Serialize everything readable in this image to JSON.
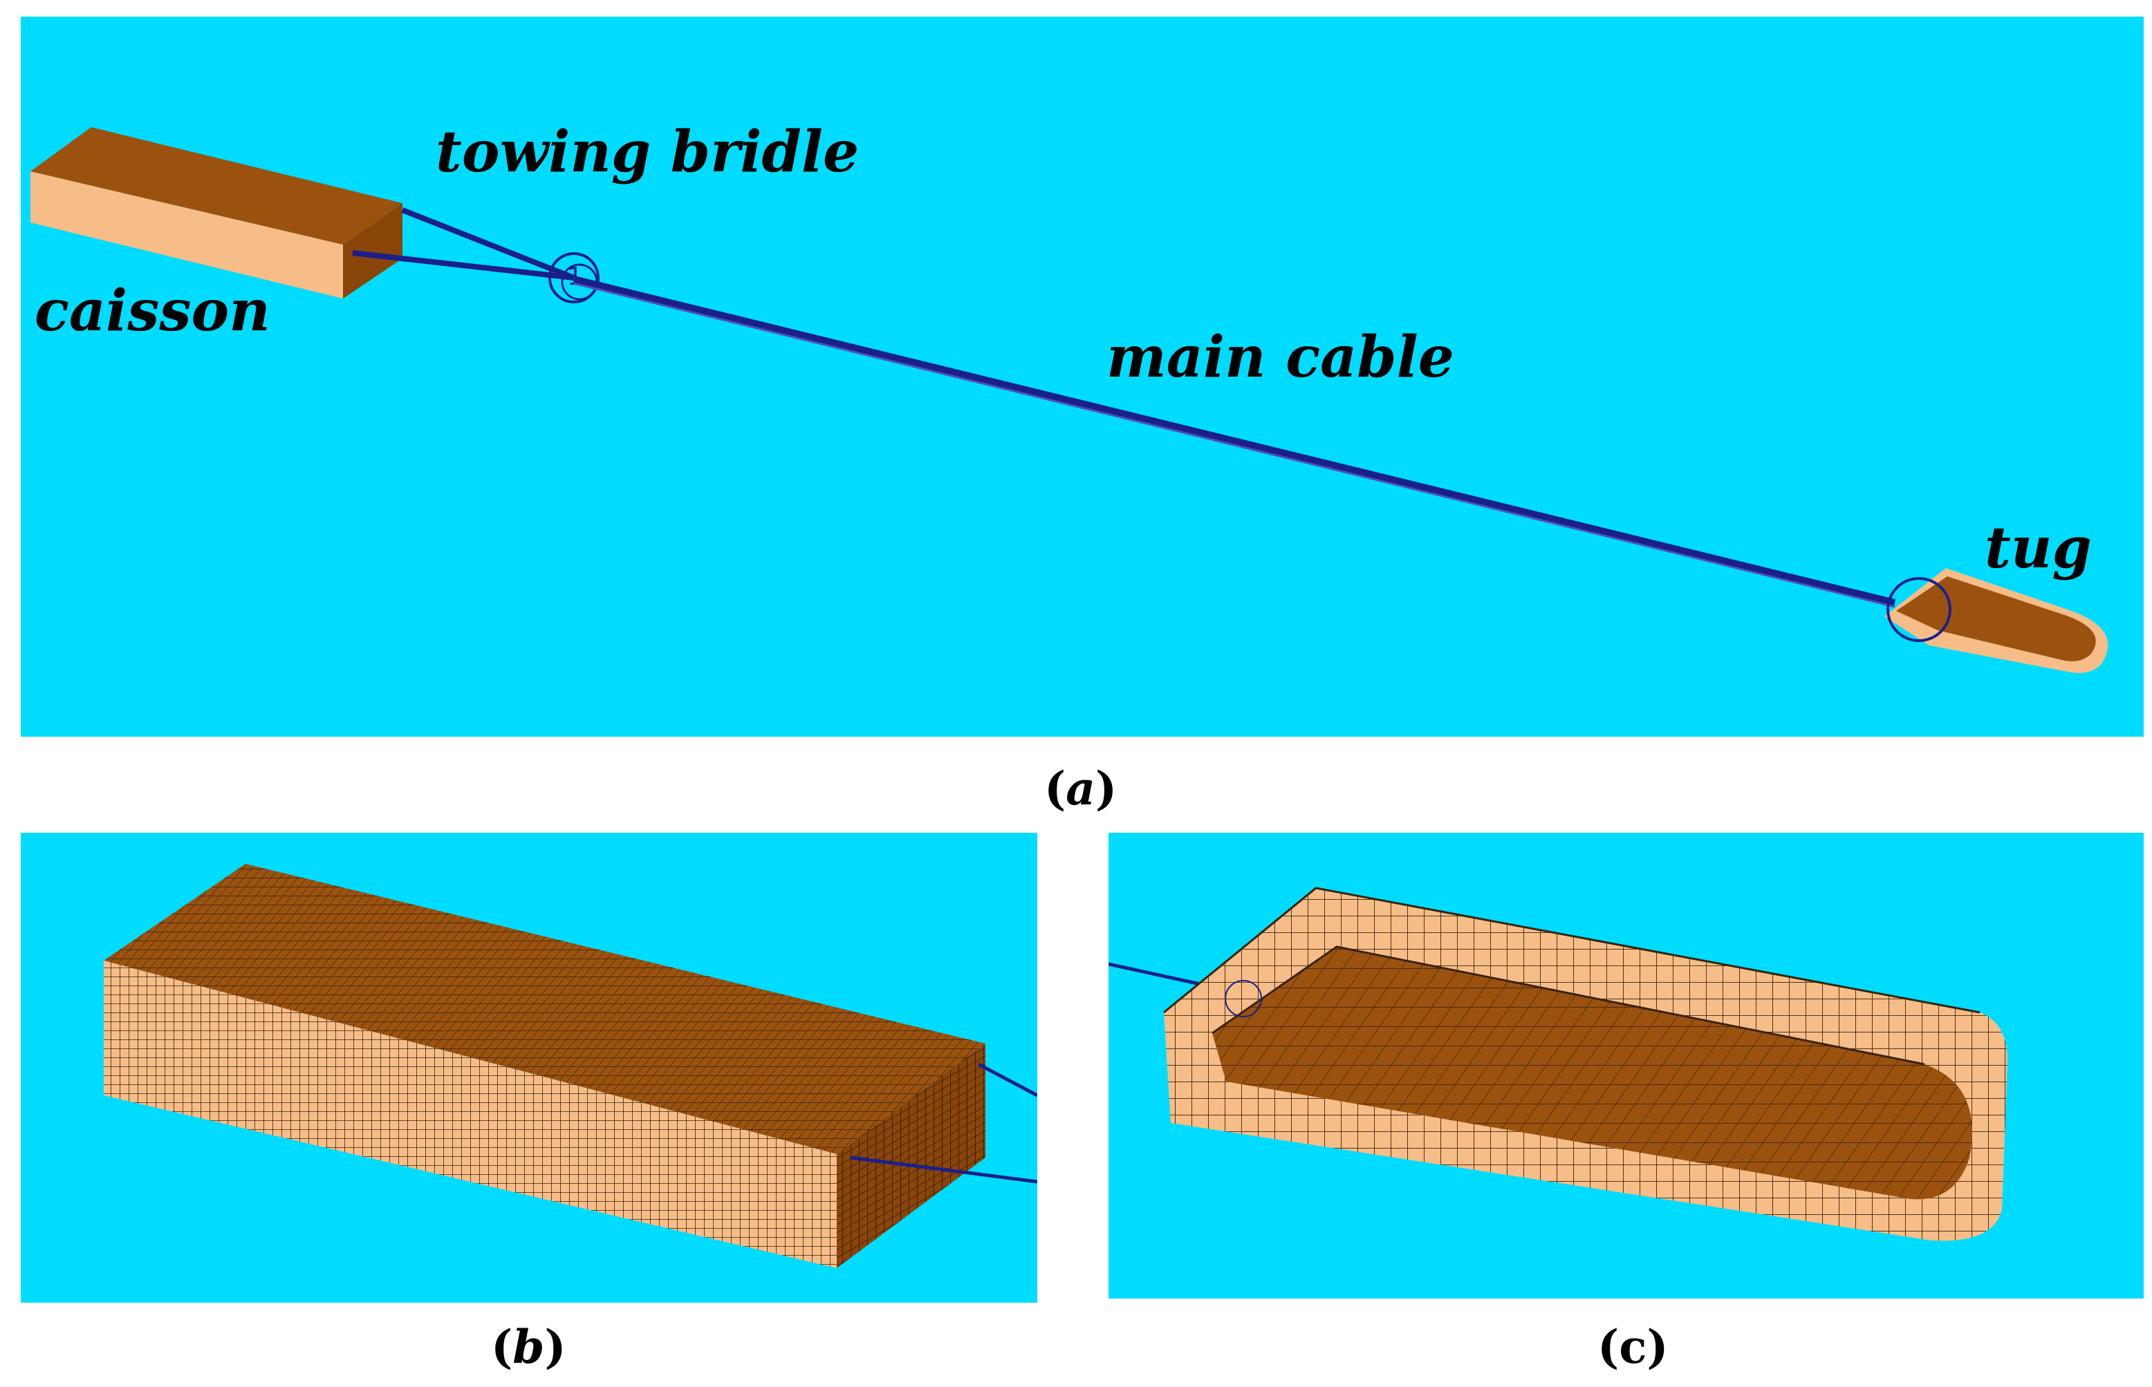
{
  "panels": {
    "a": {
      "caption_open": "(",
      "caption_letter": "a",
      "caption_close": ")",
      "labels": {
        "towing_bridle": "towing bridle",
        "caisson": "caisson",
        "main_cable": "main cable",
        "tug": "tug"
      },
      "connection_marker": "1"
    },
    "b": {
      "caption_open": "(",
      "caption_letter": "b",
      "caption_close": ")"
    },
    "c": {
      "caption": "(c)"
    }
  },
  "colors": {
    "background": "#00dcff",
    "hull_light": "#f6bd88",
    "hull_dark": "#9c520f",
    "cable": "#1a1f8c",
    "mesh": "#2a1a0a"
  }
}
